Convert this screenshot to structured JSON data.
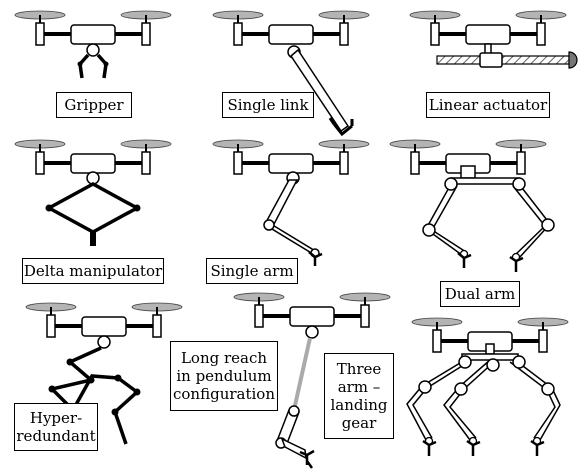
{
  "panels": {
    "gripper": {
      "label": "Gripper"
    },
    "single_link": {
      "label": "Single link"
    },
    "linear_actuator": {
      "label": "Linear actuator"
    },
    "delta": {
      "label": "Delta manipulator"
    },
    "single_arm": {
      "label": "Single arm"
    },
    "dual_arm": {
      "label": "Dual arm"
    },
    "hyper": {
      "label": "Hyper-\nredundant"
    },
    "long_reach": {
      "label": "Long reach\nin pendulum\nconfiguration"
    },
    "three_arm": {
      "label": "Three\narm –\nlanding\ngear"
    }
  },
  "colors": {
    "propeller": "#b4b4b4",
    "pendulum_rod": "#aaaaaa",
    "actuator_tip": "#777777",
    "line": "#000000"
  }
}
